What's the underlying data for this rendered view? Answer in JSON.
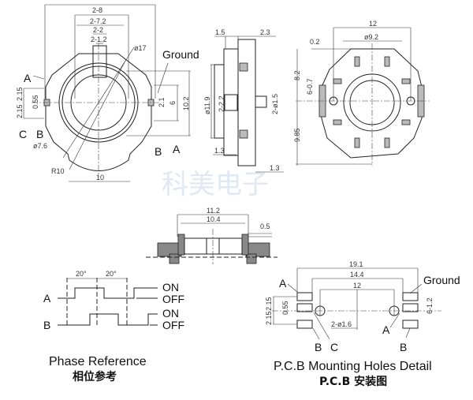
{
  "watermark": "科美电子",
  "front_view": {
    "dims": {
      "d2_8": "2-8",
      "d2_7_2": "2-7.2",
      "d2_2": "2-2",
      "d2_1_2": "2-1.2",
      "phi17": "ø17",
      "d2_15a": "2.15",
      "d2_15b": "2.15",
      "d0_55": "0.55",
      "d2_1": "2.1",
      "d6": "6",
      "d10_2": "10.2",
      "phi7_6": "ø7.6",
      "r10": "R10",
      "d10": "10"
    },
    "labels": {
      "ground": "Ground",
      "a_left": "A",
      "c_left": "C",
      "b_left": "B",
      "b_right": "B",
      "a_right": "A"
    }
  },
  "side_view": {
    "dims": {
      "d1_5": "1.5",
      "d2_3": "2.3",
      "phi11_9": "ø11.9",
      "d2_2_2": "2-2.2",
      "d2_phi1_5": "2-ø1.5",
      "d1_3a": "1.3",
      "d1_3b": "1.3"
    }
  },
  "rear_view": {
    "dims": {
      "d12": "12",
      "phi9_2": "ø9.2",
      "d0_2": "0.2",
      "d8_2": "8.2",
      "d6_0_7": "6-0.7",
      "d9_85": "9.85"
    }
  },
  "section_view": {
    "dims": {
      "d11_2": "11.2",
      "d10_4": "10.4",
      "d0_5": "0.5"
    }
  },
  "phase": {
    "angle1": "20°",
    "angle2": "20°",
    "channel_a": "A",
    "channel_b": "B",
    "a_on": "ON",
    "a_off": "OFF",
    "b_on": "ON",
    "b_off": "OFF",
    "title_en": "Phase Reference",
    "title_cn": "相位参考"
  },
  "pcb": {
    "dims": {
      "d19_1": "19.1",
      "d14_4": "14.4",
      "d12": "12",
      "d2_15a": "2.15",
      "d2_15b": "2.15",
      "d0_55": "0.55",
      "d2_phi1_6": "2-ø1.6",
      "d6_1_2": "6-1.2"
    },
    "labels": {
      "a_left": "A",
      "ground": "Ground",
      "b_left": "B",
      "c": "C",
      "a_right": "A",
      "b_right": "B"
    },
    "title_en": "P.C.B Mounting Holes Detail",
    "title_cn": "P.C.B 安装图"
  }
}
